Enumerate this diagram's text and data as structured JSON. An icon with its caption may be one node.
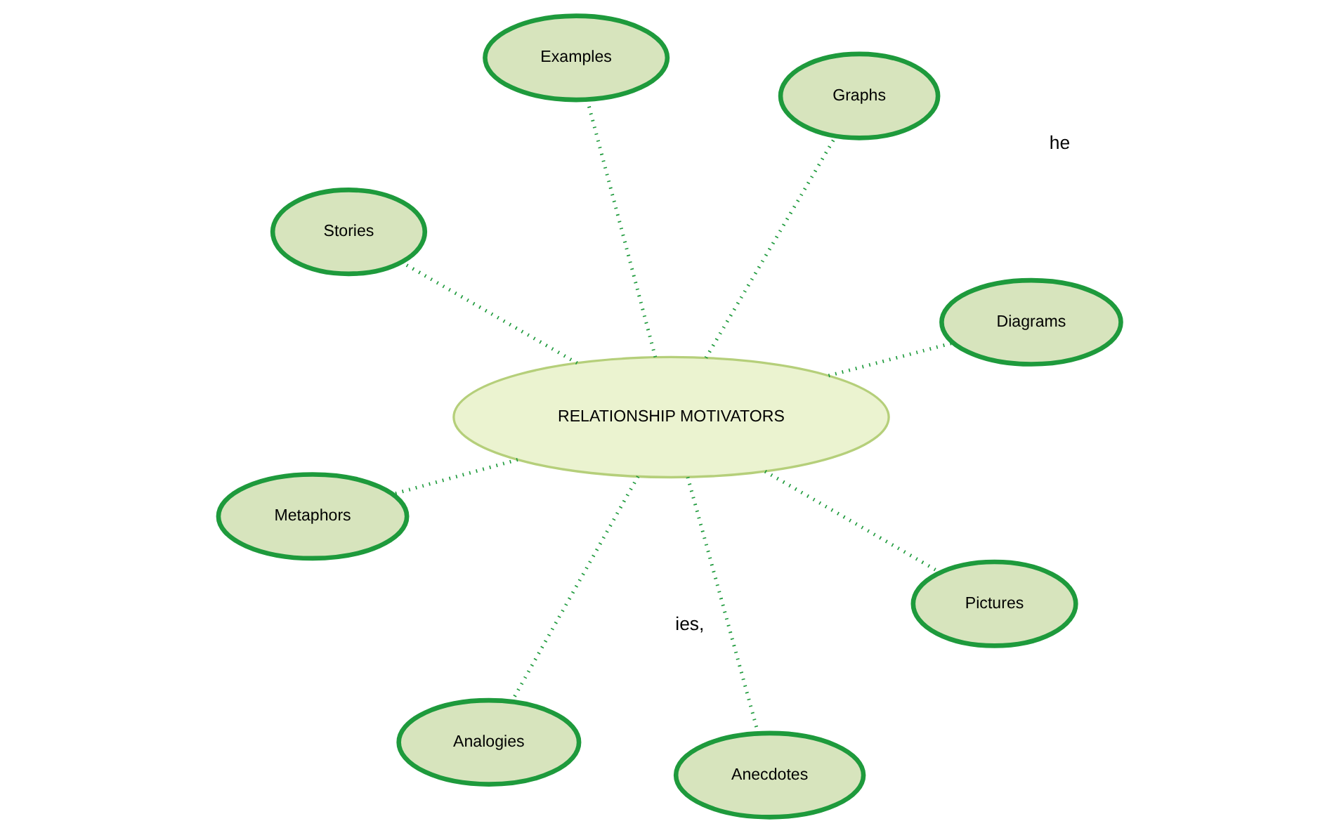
{
  "diagram": {
    "nodes": [
      {
        "text": [
          "RELATIONSHIP MOTIVATORS"
        ]
      },
      {
        "text": [
          "Diagrams"
        ]
      },
      {
        "text": [
          "Analogies"
        ]
      },
      {
        "text": [
          "Stories"
        ]
      },
      {
        "text": [
          "Graphs"
        ]
      },
      {
        "text": [
          "Examples"
        ]
      },
      {
        "text": [
          "Metaphors"
        ]
      },
      {
        "text": [
          "Pictures"
        ]
      },
      {
        "text": [
          "Anecdotes"
        ]
      }
    ],
    "edges": [
      {
        "from": 0,
        "to": 1,
        "arrow": "none"
      },
      {
        "from": 0,
        "to": 2,
        "arrow": "none"
      },
      {
        "from": 0,
        "to": 3,
        "arrow": "none"
      },
      {
        "from": 0,
        "to": 4,
        "arrow": "none"
      },
      {
        "from": 0,
        "to": 5,
        "arrow": "none"
      },
      {
        "from": 0,
        "to": 6,
        "arrow": "none"
      },
      {
        "from": 0,
        "to": 7,
        "arrow": "none"
      },
      {
        "from": 0,
        "to": 8,
        "arrow": "none"
      }
    ],
    "labels": [
      "ies,",
      "he"
    ]
  }
}
